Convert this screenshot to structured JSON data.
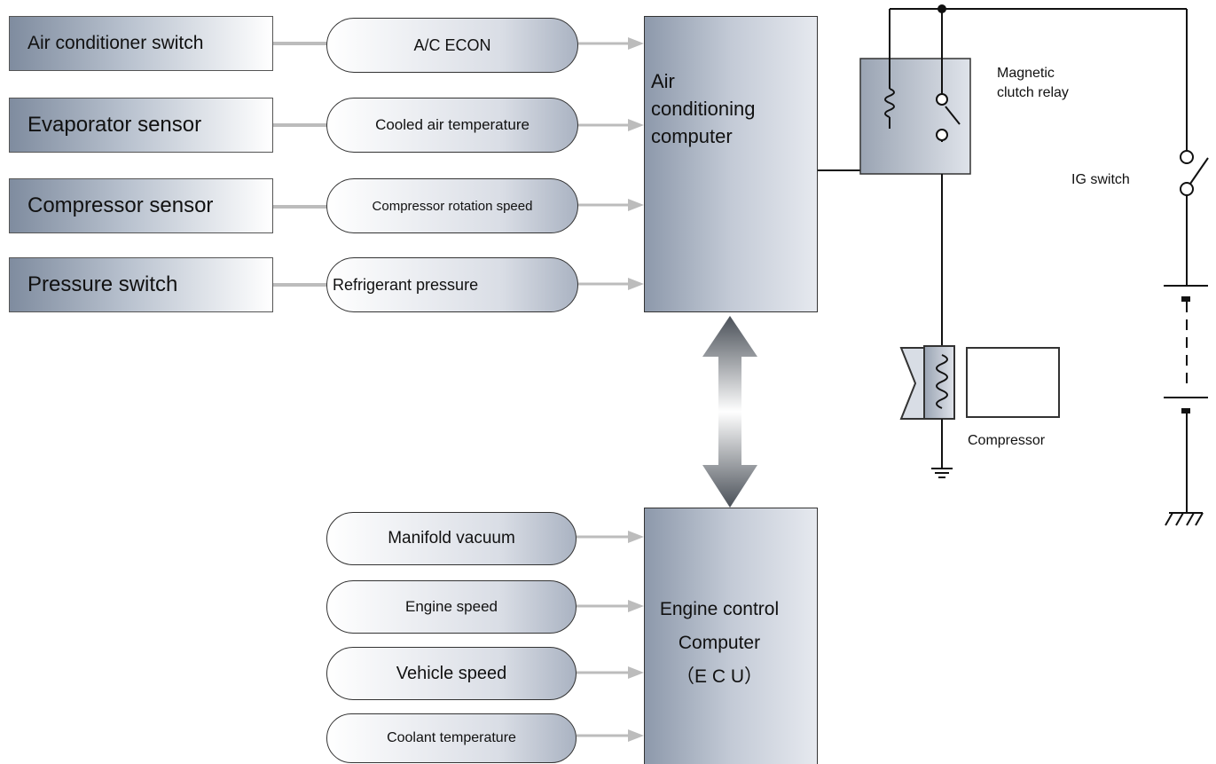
{
  "sensors": [
    {
      "label": "Air conditioner switch"
    },
    {
      "label": "Evaporator sensor"
    },
    {
      "label": "Compressor sensor"
    },
    {
      "label": "Pressure switch"
    }
  ],
  "signals": [
    {
      "label": "A/C ECON"
    },
    {
      "label": "Cooled air temperature"
    },
    {
      "label": "Compressor rotation speed"
    },
    {
      "label": "Refrigerant pressure"
    }
  ],
  "ac_computer": {
    "line1": "Air",
    "line2": "conditioning",
    "line3": "computer"
  },
  "engine_inputs": [
    {
      "label": "Manifold vacuum"
    },
    {
      "label": "Engine speed"
    },
    {
      "label": "Vehicle speed"
    },
    {
      "label": "Coolant temperature"
    }
  ],
  "ecu": {
    "line1": "Engine control",
    "line2": "Computer",
    "line3": "（E C U）"
  },
  "relay": {
    "line1": "Magnetic",
    "line2": "clutch relay"
  },
  "ig_switch": {
    "label": "IG switch"
  },
  "compressor": {
    "label": "Compressor"
  }
}
